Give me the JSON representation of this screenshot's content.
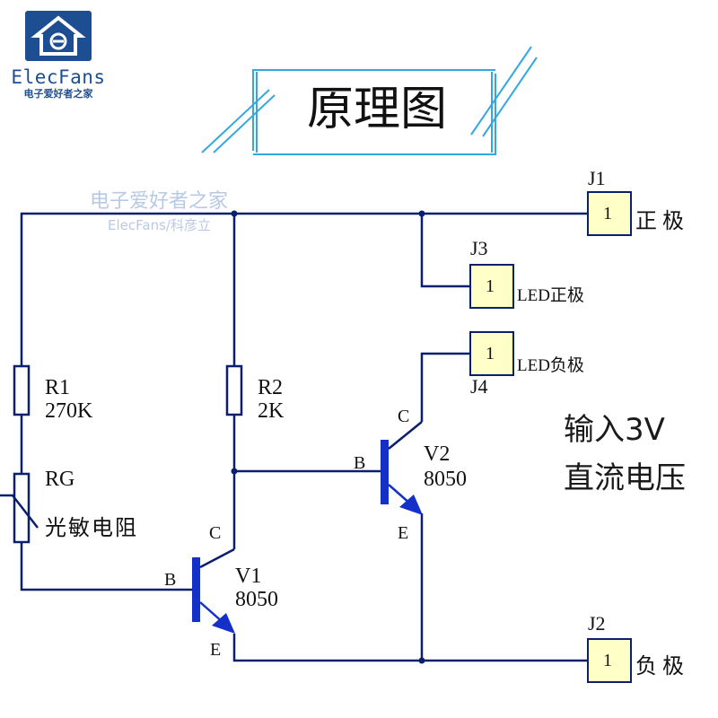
{
  "brand": {
    "name": "ElecFans",
    "subtitle": "电子爱好者之家"
  },
  "title": "原理图",
  "watermark": {
    "line1": "电子爱好者之家",
    "line2": "ElecFans/科彦立"
  },
  "connectors": {
    "j1": {
      "ref": "J1",
      "pin": "1",
      "label": "正极"
    },
    "j2": {
      "ref": "J2",
      "pin": "1",
      "label": "负极"
    },
    "j3": {
      "ref": "J3",
      "pin": "1",
      "label": "LED正极"
    },
    "j4": {
      "ref": "J4",
      "pin": "1",
      "label": "LED负极"
    }
  },
  "components": {
    "r1": {
      "ref": "R1",
      "value": "270K"
    },
    "r2": {
      "ref": "R2",
      "value": "2K"
    },
    "rg": {
      "ref": "RG",
      "value": "光敏电阻"
    },
    "v1": {
      "ref": "V1",
      "value": "8050",
      "b": "B",
      "c": "C",
      "e": "E"
    },
    "v2": {
      "ref": "V2",
      "value": "8050",
      "b": "B",
      "c": "C",
      "e": "E"
    }
  },
  "note": {
    "line1": "输入3V",
    "line2": "直流电压"
  },
  "colors": {
    "wire": "#0a1f6e",
    "transistor": "#1430c8",
    "connector_fill": "#ffffc8",
    "brand": "#1c4e91",
    "frame": "#35a7e0"
  }
}
